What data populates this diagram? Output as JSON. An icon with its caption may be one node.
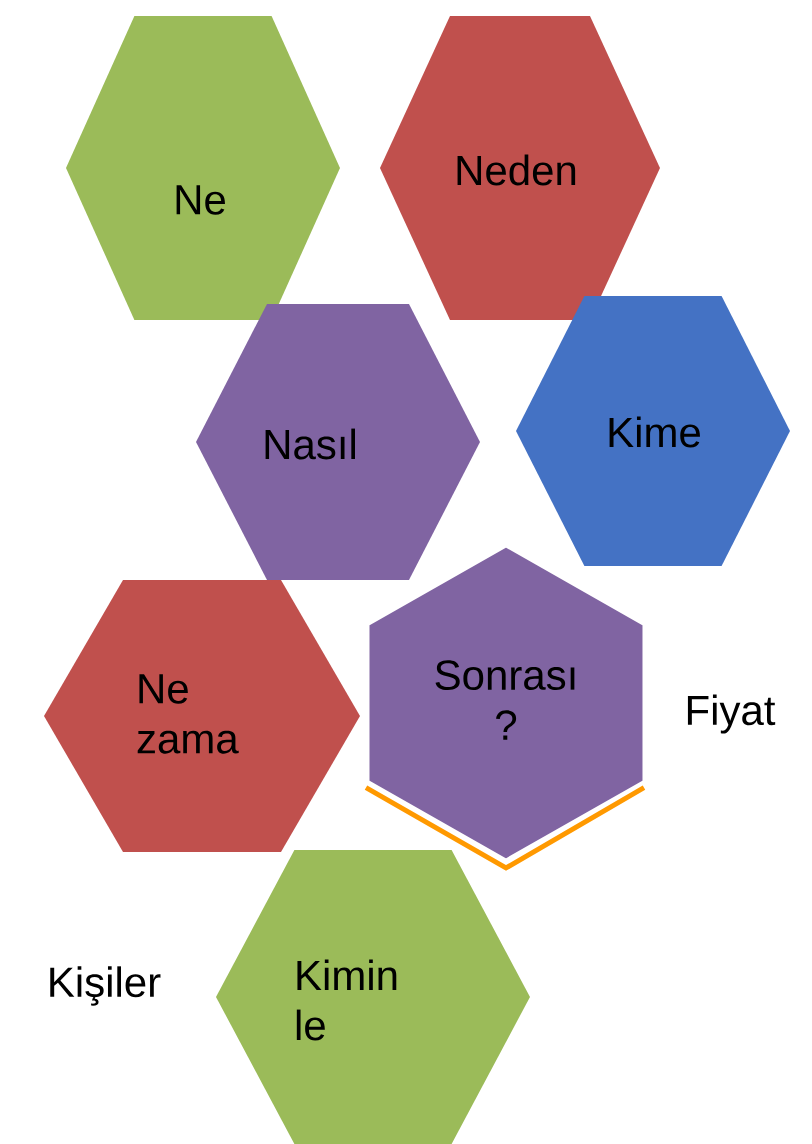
{
  "diagram": {
    "nodes": [
      {
        "text": [
          "Ne"
        ]
      },
      {
        "text": [
          "Neden"
        ]
      },
      {
        "text": [
          "Nasıl"
        ]
      },
      {
        "text": [
          "Kime"
        ]
      },
      {
        "text": [
          "Ne zama"
        ]
      },
      {
        "text": [
          "Sonrası ?"
        ]
      },
      {
        "text": [
          "Kimin le"
        ]
      }
    ],
    "labels": [
      "Fiyat",
      "Kişiler"
    ]
  }
}
